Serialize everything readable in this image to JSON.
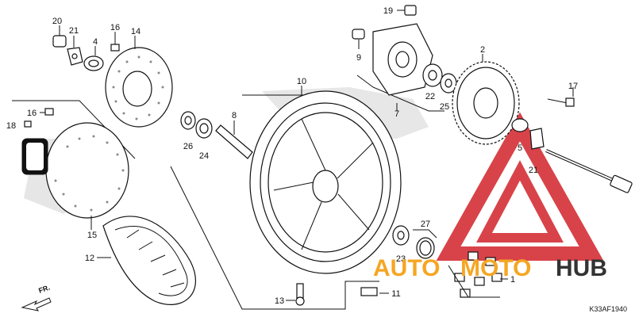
{
  "callouts": {
    "p1": "1",
    "p2": "2",
    "p4": "4",
    "p5": "5",
    "p7": "7",
    "p8": "8",
    "p9": "9",
    "p10": "10",
    "p11": "11",
    "p12": "12",
    "p13": "13",
    "p14": "14",
    "p15": "15",
    "p16a": "16",
    "p16b": "16",
    "p17": "17",
    "p18": "18",
    "p19": "19",
    "p20": "20",
    "p21a": "21",
    "p21b": "21",
    "p22": "22",
    "p23": "23",
    "p24": "24",
    "p25": "25",
    "p26": "26",
    "p27": "27"
  },
  "front_marker": "FR.",
  "diagram_code": "K33AF1940",
  "watermark": {
    "text_auto": "AUTO",
    "text_moto": "MOTO",
    "text_hub": "HUB",
    "color_red": "#d2232a",
    "color_orange": "#f5a623",
    "color_dark": "#333333"
  }
}
